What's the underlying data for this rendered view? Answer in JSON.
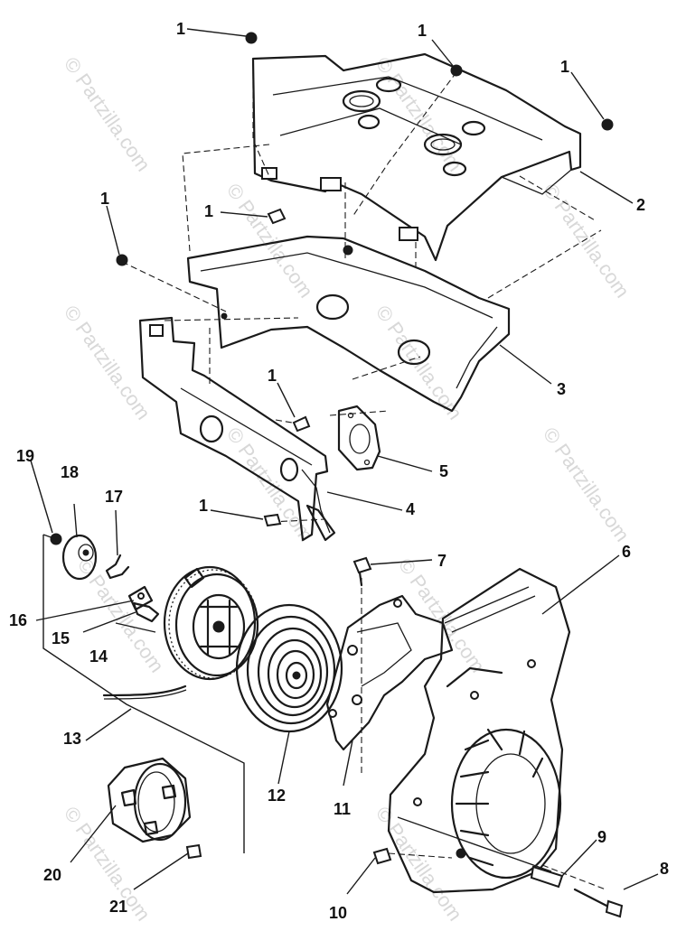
{
  "watermarks": [
    "© Partzilla.com",
    "© Partzilla.com",
    "© Partzilla.com",
    "© Partzilla.com",
    "© Partzilla.com",
    "© Partzilla.com",
    "© Partzilla.com",
    "© Partzilla.com",
    "© Partzilla.com",
    "© Partzilla.com",
    "© Partzilla.com",
    "© Partzilla.com"
  ],
  "callouts": {
    "c1a": "1",
    "c1b": "1",
    "c1c": "1",
    "c1d": "1",
    "c1e": "1",
    "c1f": "1",
    "c1g": "1",
    "c2": "2",
    "c3": "3",
    "c4": "4",
    "c5": "5",
    "c6": "6",
    "c7": "7",
    "c8": "8",
    "c9": "9",
    "c10": "10",
    "c11": "11",
    "c12": "12",
    "c13": "13",
    "c14": "14",
    "c15": "15",
    "c16": "16",
    "c17": "17",
    "c18": "18",
    "c19": "19",
    "c20": "20",
    "c21": "21"
  }
}
